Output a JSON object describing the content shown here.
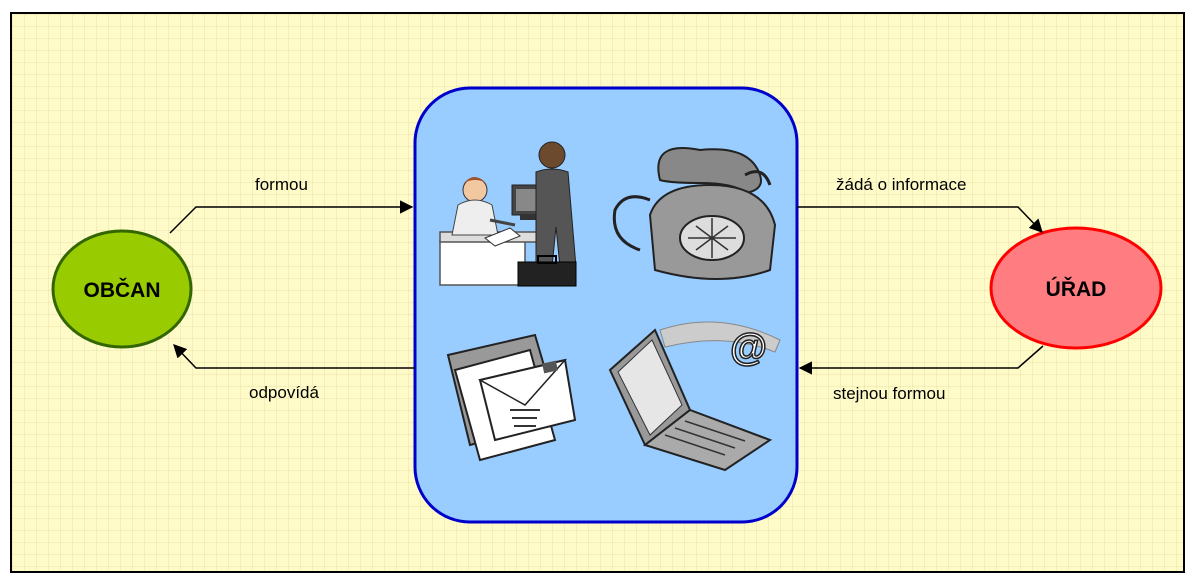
{
  "nodes": {
    "citizen": {
      "label": "OBČAN",
      "fill": "#99cc00",
      "stroke": "#336600"
    },
    "office": {
      "label": "ÚŘAD",
      "fill": "#ff7c80",
      "stroke": "#ff0000"
    }
  },
  "center": {
    "fill": "#99ccff",
    "stroke": "#0000cc"
  },
  "edges": {
    "citizen_to_center": "formou",
    "center_to_citizen": "odpovídá",
    "center_to_office": "žádá o informace",
    "office_to_center": "stejnou formou"
  },
  "icons": [
    "meeting-clipart-icon",
    "telephone-icon",
    "letters-icon",
    "laptop-email-icon"
  ],
  "colors": {
    "background": "#fffbc8",
    "frame": "#000000"
  }
}
